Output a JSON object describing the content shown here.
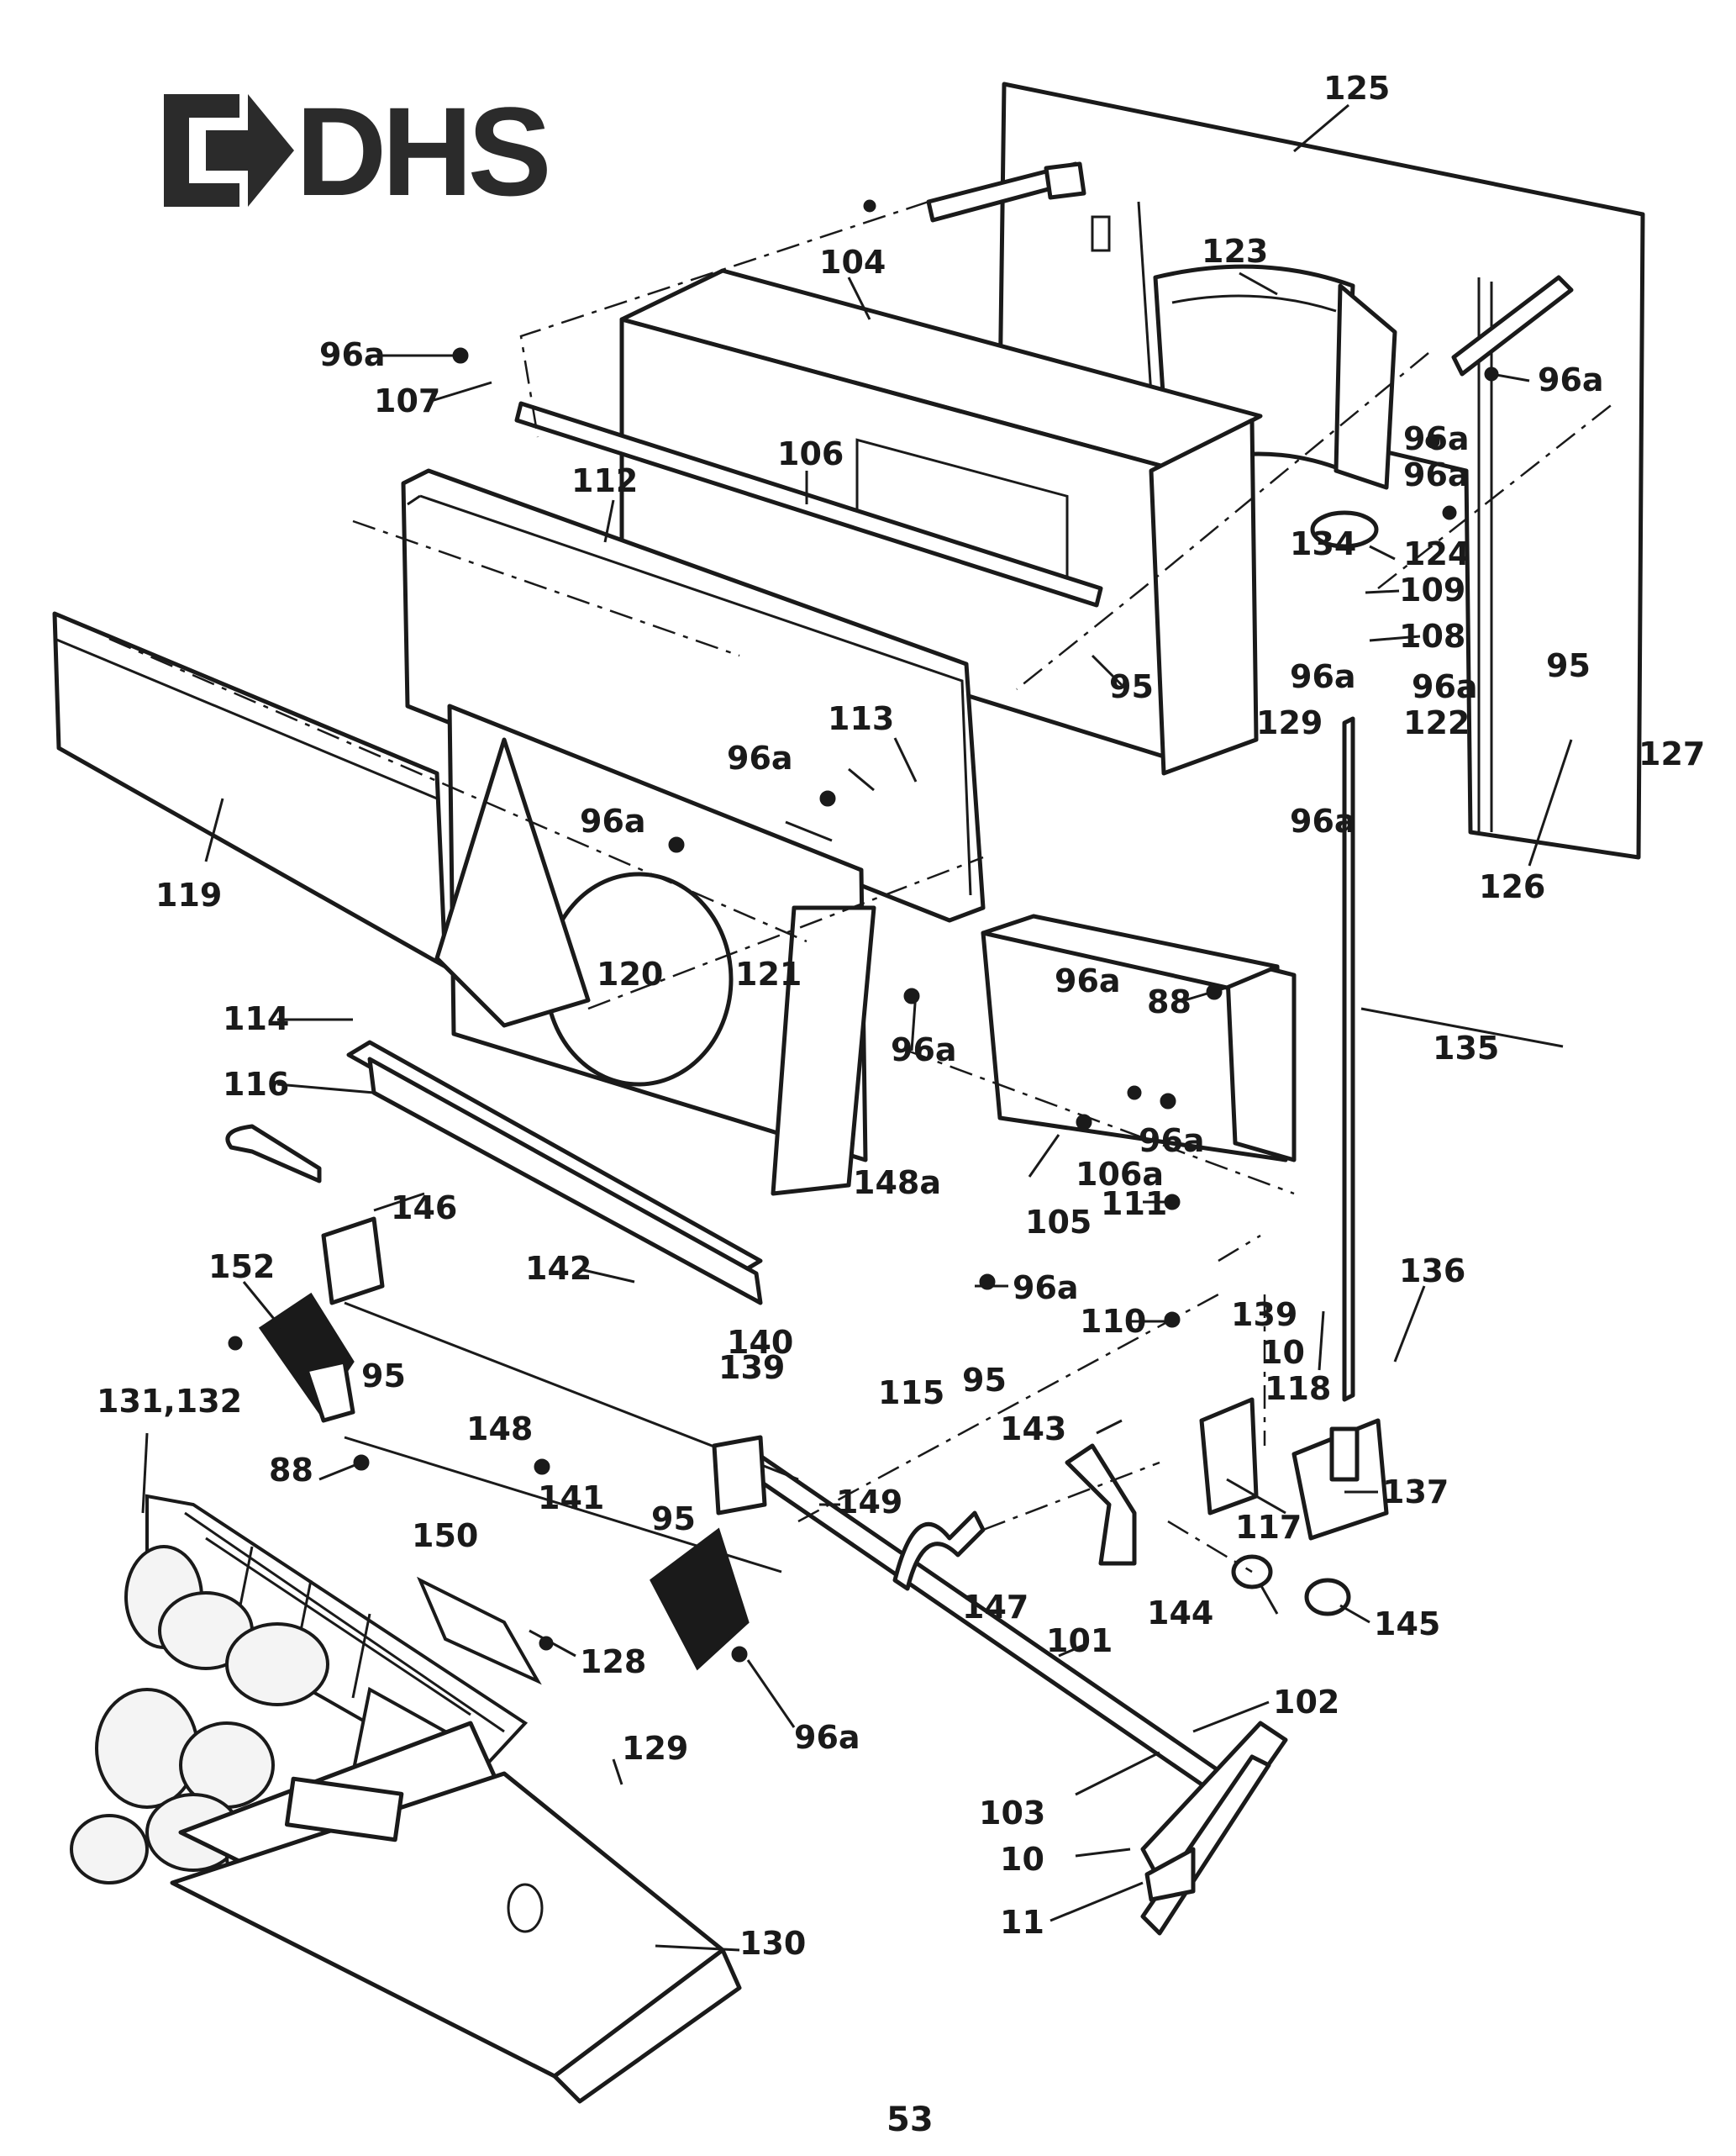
{
  "logo": {
    "text": "DHS"
  },
  "page_number": "53",
  "callouts": [
    {
      "id": "125",
      "text": "125"
    },
    {
      "id": "123",
      "text": "123"
    },
    {
      "id": "104",
      "text": "104"
    },
    {
      "id": "96a-a",
      "text": "96a"
    },
    {
      "id": "107",
      "text": "107"
    },
    {
      "id": "96a-b",
      "text": "96a"
    },
    {
      "id": "96a-c",
      "text": "96a"
    },
    {
      "id": "96a-d",
      "text": "96a"
    },
    {
      "id": "106",
      "text": "106"
    },
    {
      "id": "112",
      "text": "112"
    },
    {
      "id": "134",
      "text": "134"
    },
    {
      "id": "124",
      "text": "124"
    },
    {
      "id": "109",
      "text": "109"
    },
    {
      "id": "108",
      "text": "108"
    },
    {
      "id": "95-a",
      "text": "95"
    },
    {
      "id": "96a-e",
      "text": "96a"
    },
    {
      "id": "96a-f",
      "text": "96a"
    },
    {
      "id": "95-b",
      "text": "95"
    },
    {
      "id": "127",
      "text": "127"
    },
    {
      "id": "129-a",
      "text": "129"
    },
    {
      "id": "122",
      "text": "122"
    },
    {
      "id": "113",
      "text": "113"
    },
    {
      "id": "96a-g",
      "text": "96a"
    },
    {
      "id": "96a-h",
      "text": "96a"
    },
    {
      "id": "96a-i",
      "text": "96a"
    },
    {
      "id": "126",
      "text": "126"
    },
    {
      "id": "119",
      "text": "119"
    },
    {
      "id": "120",
      "text": "120"
    },
    {
      "id": "121",
      "text": "121"
    },
    {
      "id": "96a-j",
      "text": "96a"
    },
    {
      "id": "88-a",
      "text": "88"
    },
    {
      "id": "135",
      "text": "135"
    },
    {
      "id": "114",
      "text": "114"
    },
    {
      "id": "96a-k",
      "text": "96a"
    },
    {
      "id": "116",
      "text": "116"
    },
    {
      "id": "96a-l",
      "text": "96a"
    },
    {
      "id": "106a",
      "text": "106a"
    },
    {
      "id": "146",
      "text": "146"
    },
    {
      "id": "148a",
      "text": "148a"
    },
    {
      "id": "105",
      "text": "105"
    },
    {
      "id": "111",
      "text": "111"
    },
    {
      "id": "152",
      "text": "152"
    },
    {
      "id": "142",
      "text": "142"
    },
    {
      "id": "96a-m",
      "text": "96a"
    },
    {
      "id": "140",
      "text": "140"
    },
    {
      "id": "110",
      "text": "110"
    },
    {
      "id": "139-a",
      "text": "139"
    },
    {
      "id": "136",
      "text": "136"
    },
    {
      "id": "139-b",
      "text": "139"
    },
    {
      "id": "10-a",
      "text": "10"
    },
    {
      "id": "95-c",
      "text": "95"
    },
    {
      "id": "115",
      "text": "115"
    },
    {
      "id": "95-d",
      "text": "95"
    },
    {
      "id": "118",
      "text": "118"
    },
    {
      "id": "131-132",
      "text": "131,132"
    },
    {
      "id": "148",
      "text": "148"
    },
    {
      "id": "143",
      "text": "143"
    },
    {
      "id": "88-b",
      "text": "88"
    },
    {
      "id": "137",
      "text": "137"
    },
    {
      "id": "141",
      "text": "141"
    },
    {
      "id": "149",
      "text": "149"
    },
    {
      "id": "117",
      "text": "117"
    },
    {
      "id": "95-e",
      "text": "95"
    },
    {
      "id": "150",
      "text": "150"
    },
    {
      "id": "147",
      "text": "147"
    },
    {
      "id": "144",
      "text": "144"
    },
    {
      "id": "145",
      "text": "145"
    },
    {
      "id": "101",
      "text": "101"
    },
    {
      "id": "128",
      "text": "128"
    },
    {
      "id": "96a-n",
      "text": "96a"
    },
    {
      "id": "102",
      "text": "102"
    },
    {
      "id": "129-b",
      "text": "129"
    },
    {
      "id": "103",
      "text": "103"
    },
    {
      "id": "10-b",
      "text": "10"
    },
    {
      "id": "11",
      "text": "11"
    },
    {
      "id": "130",
      "text": "130"
    }
  ]
}
